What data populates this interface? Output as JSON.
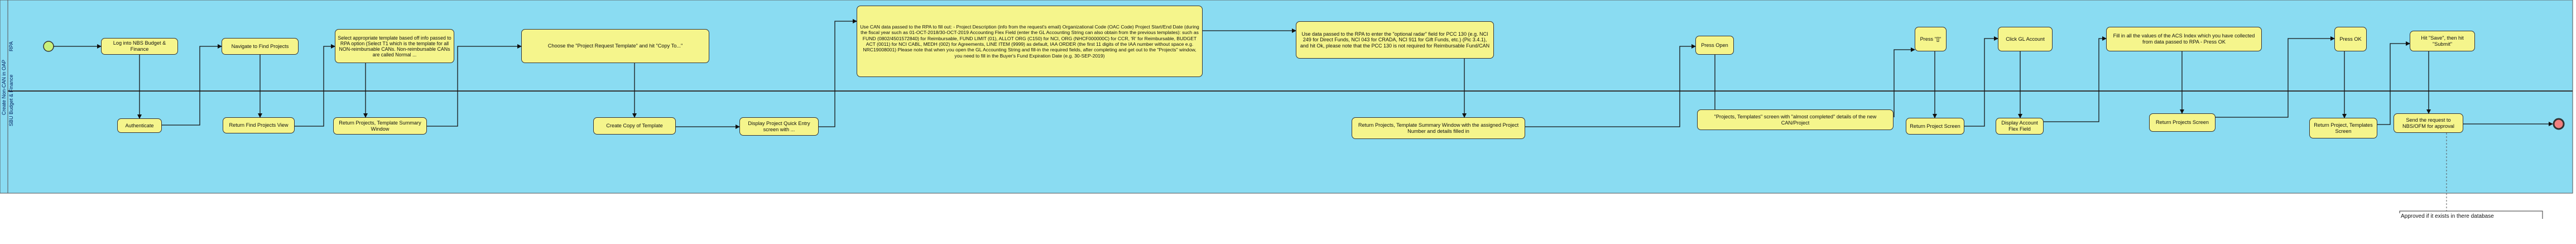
{
  "pool": {
    "title": "Create Non-CAN in OAP",
    "lanes": [
      {
        "id": "rpa",
        "label": "RPA"
      },
      {
        "id": "budget_finance",
        "label": "SBU Budget & Finance"
      }
    ]
  },
  "tasks": [
    {
      "id": "t_login",
      "text": "Log into NBS Budget & Finance",
      "lane": "rpa"
    },
    {
      "id": "t_authenticate",
      "text": "Authenticate",
      "lane": "budget_finance"
    },
    {
      "id": "t_nav_projects",
      "text": "Navigate to Find Projects",
      "lane": "rpa"
    },
    {
      "id": "t_return_find",
      "text": "Return Find Projects View",
      "lane": "budget_finance"
    },
    {
      "id": "t_select_template",
      "text": "Select appropriate template based off info passed to RPA option (Select T1 which is the template for all NON-reimbursable CANs. Non-reimbursable CANs are called Normal ...",
      "lane": "rpa"
    },
    {
      "id": "t_return_summary",
      "text": "Return Projects, Template Summary Window",
      "lane": "budget_finance"
    },
    {
      "id": "t_choose_template",
      "text": "Choose the \"Project Request Template\" and hit \"Copy To...\"",
      "lane": "rpa"
    },
    {
      "id": "t_create_copy",
      "text": "Create Copy of Template",
      "lane": "budget_finance"
    },
    {
      "id": "t_quick_entry",
      "text": "Display Project Quick Entry screen with ...",
      "lane": "budget_finance"
    },
    {
      "id": "t_use_can_data",
      "text": "Use CAN data passed to the RPA to fill out: - Project Description (info from the request's email) Organizational Code (OAC Code) Project Start/End Date (during the fiscal year such as 01-OCT-2018/30-OCT-2019 Accounting Flex Field (enter the GL Accounting String can also obtain from the previous templates): such as FUND (0802/4501572840) for Reimbursable, FUND LIMIT (01), ALLOT ORG (C150) for NCI, ORG (NHCF000000C) for CCR, 'R' for Reimbursable, BUDGET ACT (0011) for NCI CABL, MEDH (002) for Agreements, LINE ITEM (9999) as default, IAA ORDER (the first 11 digits of the IAA number without space e.g. NRC19008001) Please note that when you open the GL Accounting String and fill-in the required fields, after completing and get out to the \"Projects\" window, you need to fill in the Buyer's Fund Expiration Date (e.g. 30-SEP-2019)",
      "lane": "rpa"
    },
    {
      "id": "t_optional_radar",
      "text": "Use data passed to the RPA to enter the \"optional radar\" field for PCC 130 (e.g. NCI 249 for Direct Funds, NCI 043 for CRADA, NCI 911 for Gift Funds, etc.) (Pic 3.4.1), and hit Ok, please note that the PCC 130 is not required for Reimbursable Fund/CAN",
      "lane": "rpa"
    },
    {
      "id": "t_return_summary2",
      "text": "Return Projects, Template Summary Window with the assigned Project Number and details filled in",
      "lane": "budget_finance"
    },
    {
      "id": "t_press_open",
      "text": "Press Open",
      "lane": "rpa"
    },
    {
      "id": "t_projects_templates",
      "text": "\"Projects, Templates\" screen with \"almost completed\" details of the new CAN/Project",
      "lane": "budget_finance"
    },
    {
      "id": "t_press_bracket",
      "text": "Press \"[]\"",
      "lane": "rpa"
    },
    {
      "id": "t_return_project",
      "text": "Return Project Screen",
      "lane": "budget_finance"
    },
    {
      "id": "t_click_gl",
      "text": "Click GL Account",
      "lane": "rpa"
    },
    {
      "id": "t_display_flex",
      "text": "Display Account Flex Field",
      "lane": "budget_finance"
    },
    {
      "id": "t_fill_acs",
      "text": "Fill in all the values of the ACS Index which you have collected from data passed to RPA - Press OK",
      "lane": "rpa"
    },
    {
      "id": "t_return_projects_screen",
      "text": "Return Projects Screen",
      "lane": "budget_finance"
    },
    {
      "id": "t_press_ok",
      "text": "Press OK",
      "lane": "rpa"
    },
    {
      "id": "t_return_proj_templates",
      "text": "Return Project, Templates Screen",
      "lane": "budget_finance"
    },
    {
      "id": "t_hit_save",
      "text": "Hit \"Save\", then hit \"Submit\"",
      "lane": "rpa"
    },
    {
      "id": "t_send_request",
      "text": "Send the request to NBS/OFM for approval",
      "lane": "budget_finance"
    }
  ],
  "annotation": {
    "text": "Approved if it exists in there database"
  },
  "colors": {
    "lane_fill": "#8adcf2",
    "task_fill": "#f5f58c",
    "start_fill": "#c9f07a",
    "end_fill": "#f08080"
  }
}
